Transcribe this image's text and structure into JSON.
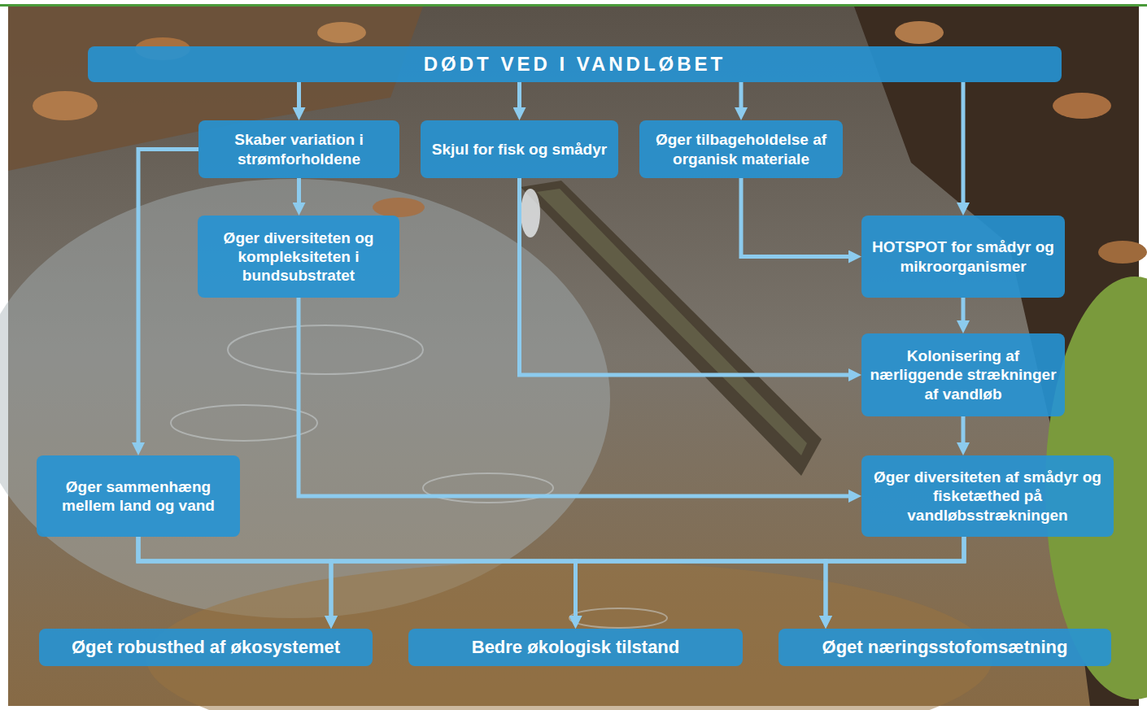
{
  "diagram": {
    "nodes": [
      {
        "text": [
          "DØDT VED I VANDLØBET"
        ]
      },
      {
        "text": [
          "Skaber variation i strømforholdene"
        ]
      },
      {
        "text": [
          "Skjul for fisk og smådyr"
        ]
      },
      {
        "text": [
          "Øger tilbageholdelse af organisk materiale"
        ]
      },
      {
        "text": [
          "Øger diversiteten og kompleksiteten i bundsubstratet"
        ]
      },
      {
        "text": [
          "HOTSPOT for smådyr og mikroorganismer"
        ]
      },
      {
        "text": [
          "Kolonisering af nærliggende strækninger af vandløb"
        ]
      },
      {
        "text": [
          "Øger sammenhæng mellem land og vand"
        ]
      },
      {
        "text": [
          "Øger diversiteten af smådyr og fisketæthed på vandløbsstrækningen"
        ]
      },
      {
        "text": [
          "Øget robusthed af økosystemet"
        ]
      },
      {
        "text": [
          "Bedre økologisk tilstand"
        ]
      },
      {
        "text": [
          "Øget næringsstofomsætning"
        ]
      }
    ],
    "edges": [
      {
        "from": 0,
        "to": 1,
        "arrow": "to"
      },
      {
        "from": 0,
        "to": 2,
        "arrow": "to"
      },
      {
        "from": 0,
        "to": 3,
        "arrow": "to"
      },
      {
        "from": 0,
        "to": 5,
        "arrow": "to"
      },
      {
        "from": 1,
        "to": 4,
        "arrow": "to"
      },
      {
        "from": 1,
        "to": 7,
        "arrow": "to"
      },
      {
        "from": 2,
        "to": 6,
        "arrow": "to"
      },
      {
        "from": 3,
        "to": 5,
        "arrow": "to"
      },
      {
        "from": 4,
        "to": 8,
        "arrow": "to"
      },
      {
        "from": 5,
        "to": 6,
        "arrow": "to"
      },
      {
        "from": 6,
        "to": 8,
        "arrow": "to"
      },
      {
        "from": 7,
        "to": 9,
        "arrow": "to"
      },
      {
        "from": 7,
        "to": 10,
        "arrow": "to"
      },
      {
        "from": 7,
        "to": 11,
        "arrow": "to"
      },
      {
        "from": 8,
        "to": 9,
        "arrow": "to"
      },
      {
        "from": 8,
        "to": 10,
        "arrow": "to"
      },
      {
        "from": 8,
        "to": 11,
        "arrow": "to"
      }
    ]
  }
}
